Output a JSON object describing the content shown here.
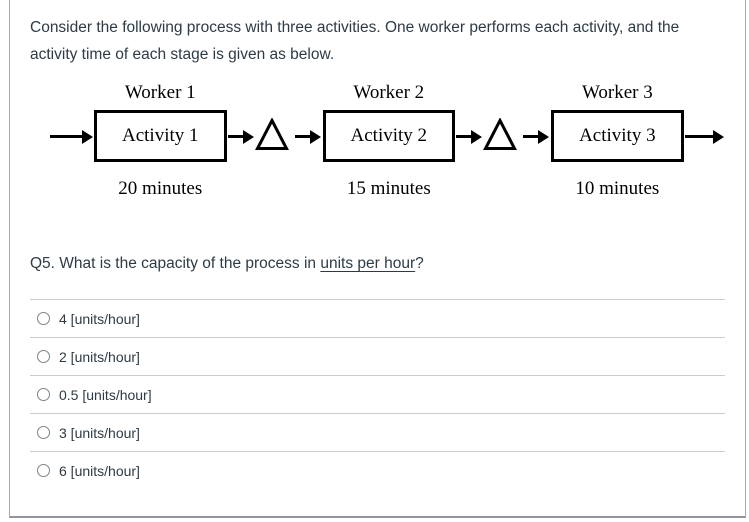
{
  "intro": {
    "text": "Consider the following process with three activities. One worker performs each activity, and the activity time of each stage is given as below."
  },
  "diagram": {
    "stages": [
      {
        "worker": "Worker 1",
        "activity": "Activity 1",
        "time": "20 minutes"
      },
      {
        "worker": "Worker 2",
        "activity": "Activity 2",
        "time": "15 minutes"
      },
      {
        "worker": "Worker 3",
        "activity": "Activity 3",
        "time": "10 minutes"
      }
    ],
    "buffer_symbol": "triangle-inventory-buffer"
  },
  "question": {
    "prefix": "Q5. What is the capacity of the process in ",
    "underlined": "units per hour",
    "suffix": "?"
  },
  "options": [
    {
      "label": "4 [units/hour]",
      "selected": false
    },
    {
      "label": "2 [units/hour]",
      "selected": false
    },
    {
      "label": "0.5 [units/hour]",
      "selected": false
    },
    {
      "label": "3 [units/hour]",
      "selected": false
    },
    {
      "label": "6 [units/hour]",
      "selected": false
    }
  ],
  "colors": {
    "text": "#2D3B45",
    "divider": "#C7CDD1",
    "diagram_ink": "#000000",
    "card_border": "#A9A9A9",
    "card_border_bottom": "#8F959B"
  }
}
